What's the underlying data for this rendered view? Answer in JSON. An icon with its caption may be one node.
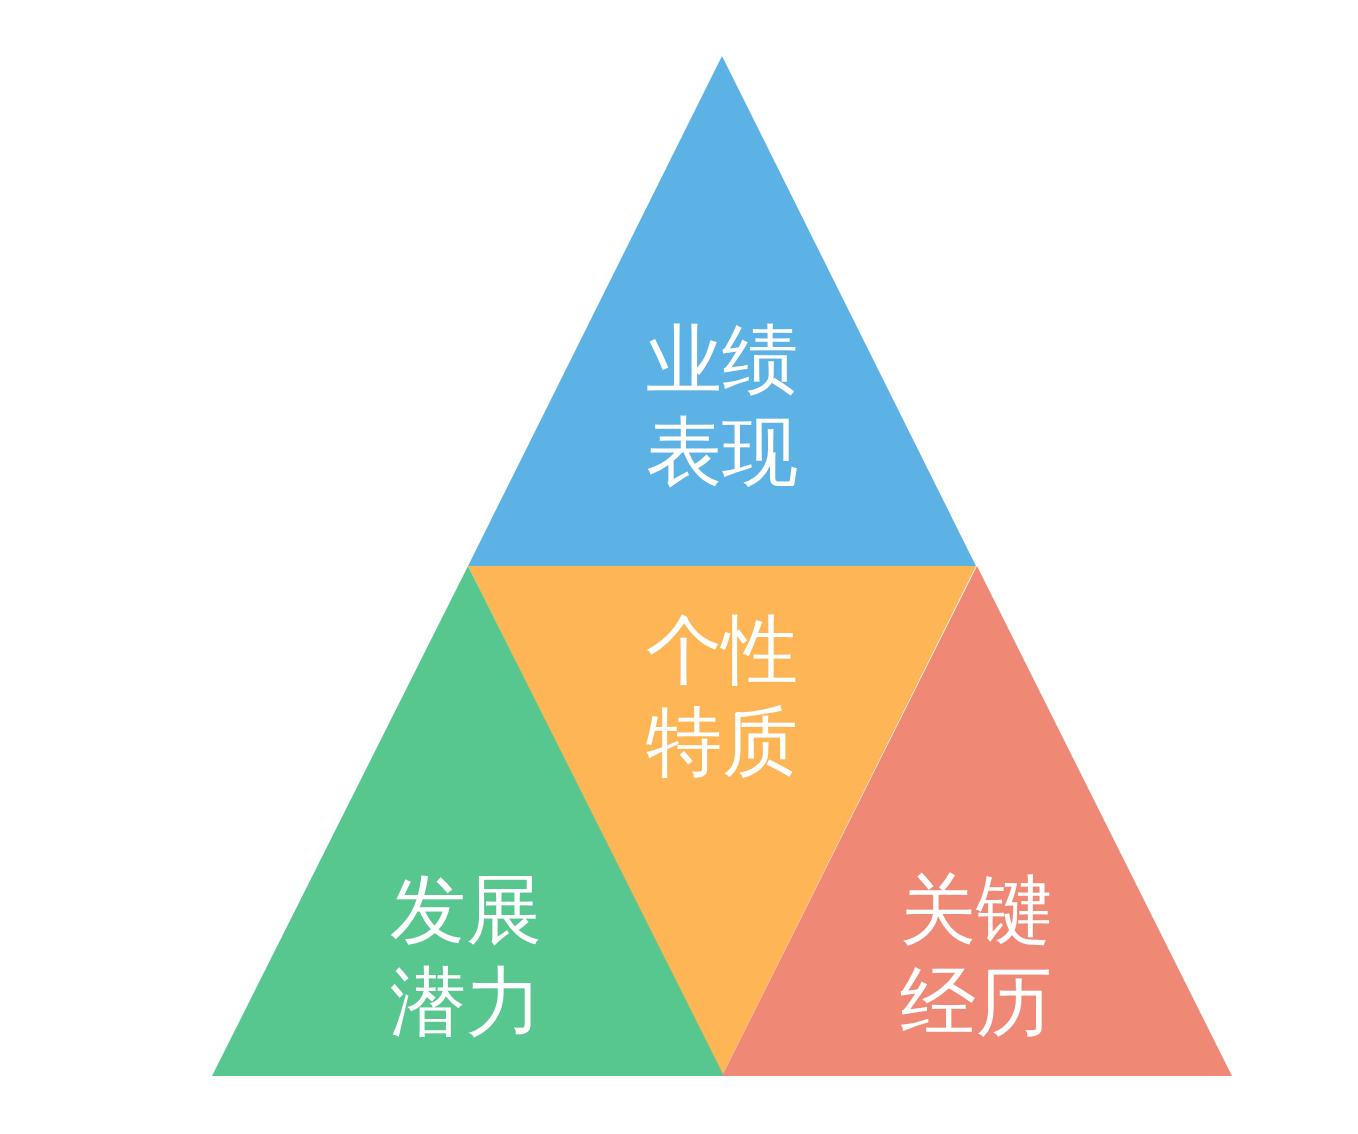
{
  "diagram": {
    "nodes": [
      {
        "text": [
          "业绩表现"
        ]
      },
      {
        "text": [
          "个性特质"
        ]
      },
      {
        "text": [
          "发展潜力"
        ]
      },
      {
        "text": [
          "关键经历"
        ]
      }
    ]
  }
}
